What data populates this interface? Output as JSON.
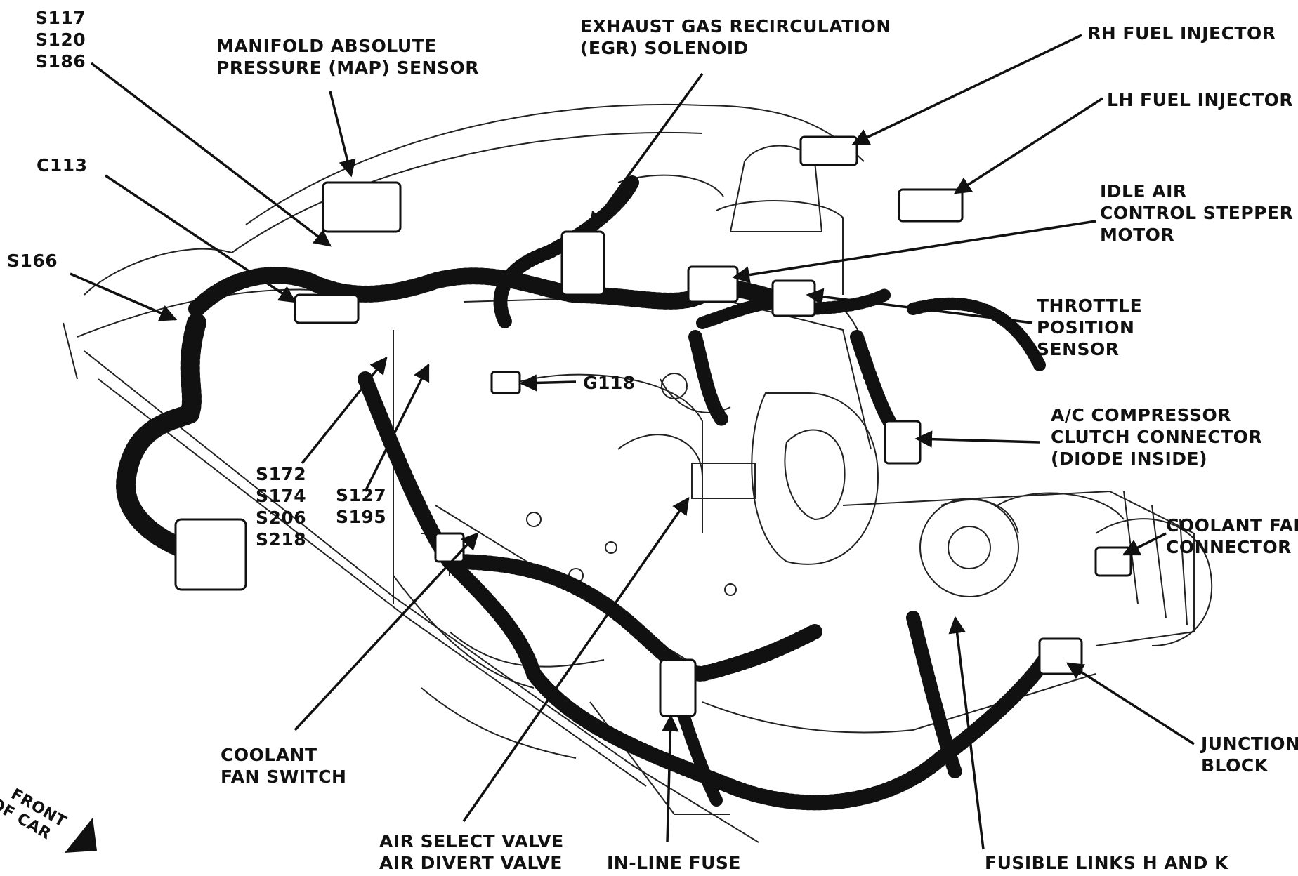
{
  "labels": {
    "splices_top": [
      "S117",
      "S120",
      "S186"
    ],
    "map_sensor": [
      "MANIFOLD ABSOLUTE",
      "PRESSURE (MAP) SENSOR"
    ],
    "egr": [
      "EXHAUST GAS RECIRCULATION",
      "(EGR) SOLENOID"
    ],
    "rh_injector": "RH FUEL INJECTOR",
    "lh_injector": "LH FUEL INJECTOR",
    "iac": [
      "IDLE AIR",
      "CONTROL STEPPER",
      "MOTOR"
    ],
    "tps": [
      "THROTTLE",
      "POSITION",
      "SENSOR"
    ],
    "ac_clutch": [
      "A/C COMPRESSOR",
      "CLUTCH CONNECTOR",
      "(DIODE INSIDE)"
    ],
    "coolant_fan_connector": [
      "COOLANT FAN",
      "CONNECTOR"
    ],
    "junction_block": [
      "JUNCTION",
      "BLOCK"
    ],
    "fusible_links": "FUSIBLE LINKS H AND K",
    "inline_fuse": "IN-LINE FUSE",
    "air_valves": [
      "AIR SELECT VALVE",
      "AIR DIVERT VALVE"
    ],
    "coolant_fan_switch": [
      "COOLANT",
      "FAN SWITCH"
    ],
    "splices_mid": [
      "S127",
      "S195"
    ],
    "splices_low": [
      "S172",
      "S174",
      "S206",
      "S218"
    ],
    "g118": "G118",
    "c113": "C113",
    "s166": "S166",
    "front_of_car": [
      "FRONT",
      "OF CAR"
    ]
  }
}
